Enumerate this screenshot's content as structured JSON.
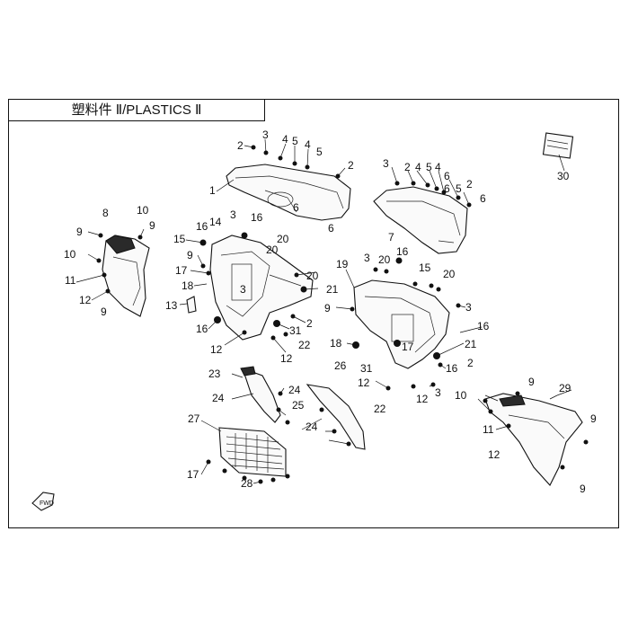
{
  "header": {
    "title": "塑料件 Ⅱ/PLASTICS Ⅱ"
  },
  "callouts": [
    "1",
    "2",
    "3",
    "4",
    "5",
    "6",
    "7",
    "8",
    "9",
    "10",
    "11",
    "12",
    "13",
    "14",
    "15",
    "16",
    "17",
    "18",
    "19",
    "20",
    "21",
    "22",
    "23",
    "24",
    "25",
    "26",
    "27",
    "28",
    "29",
    "30",
    "31"
  ],
  "icons": {
    "front_arrow": "front-arrow-icon"
  },
  "colors": {
    "line": "#111111",
    "background": "#ffffff"
  }
}
